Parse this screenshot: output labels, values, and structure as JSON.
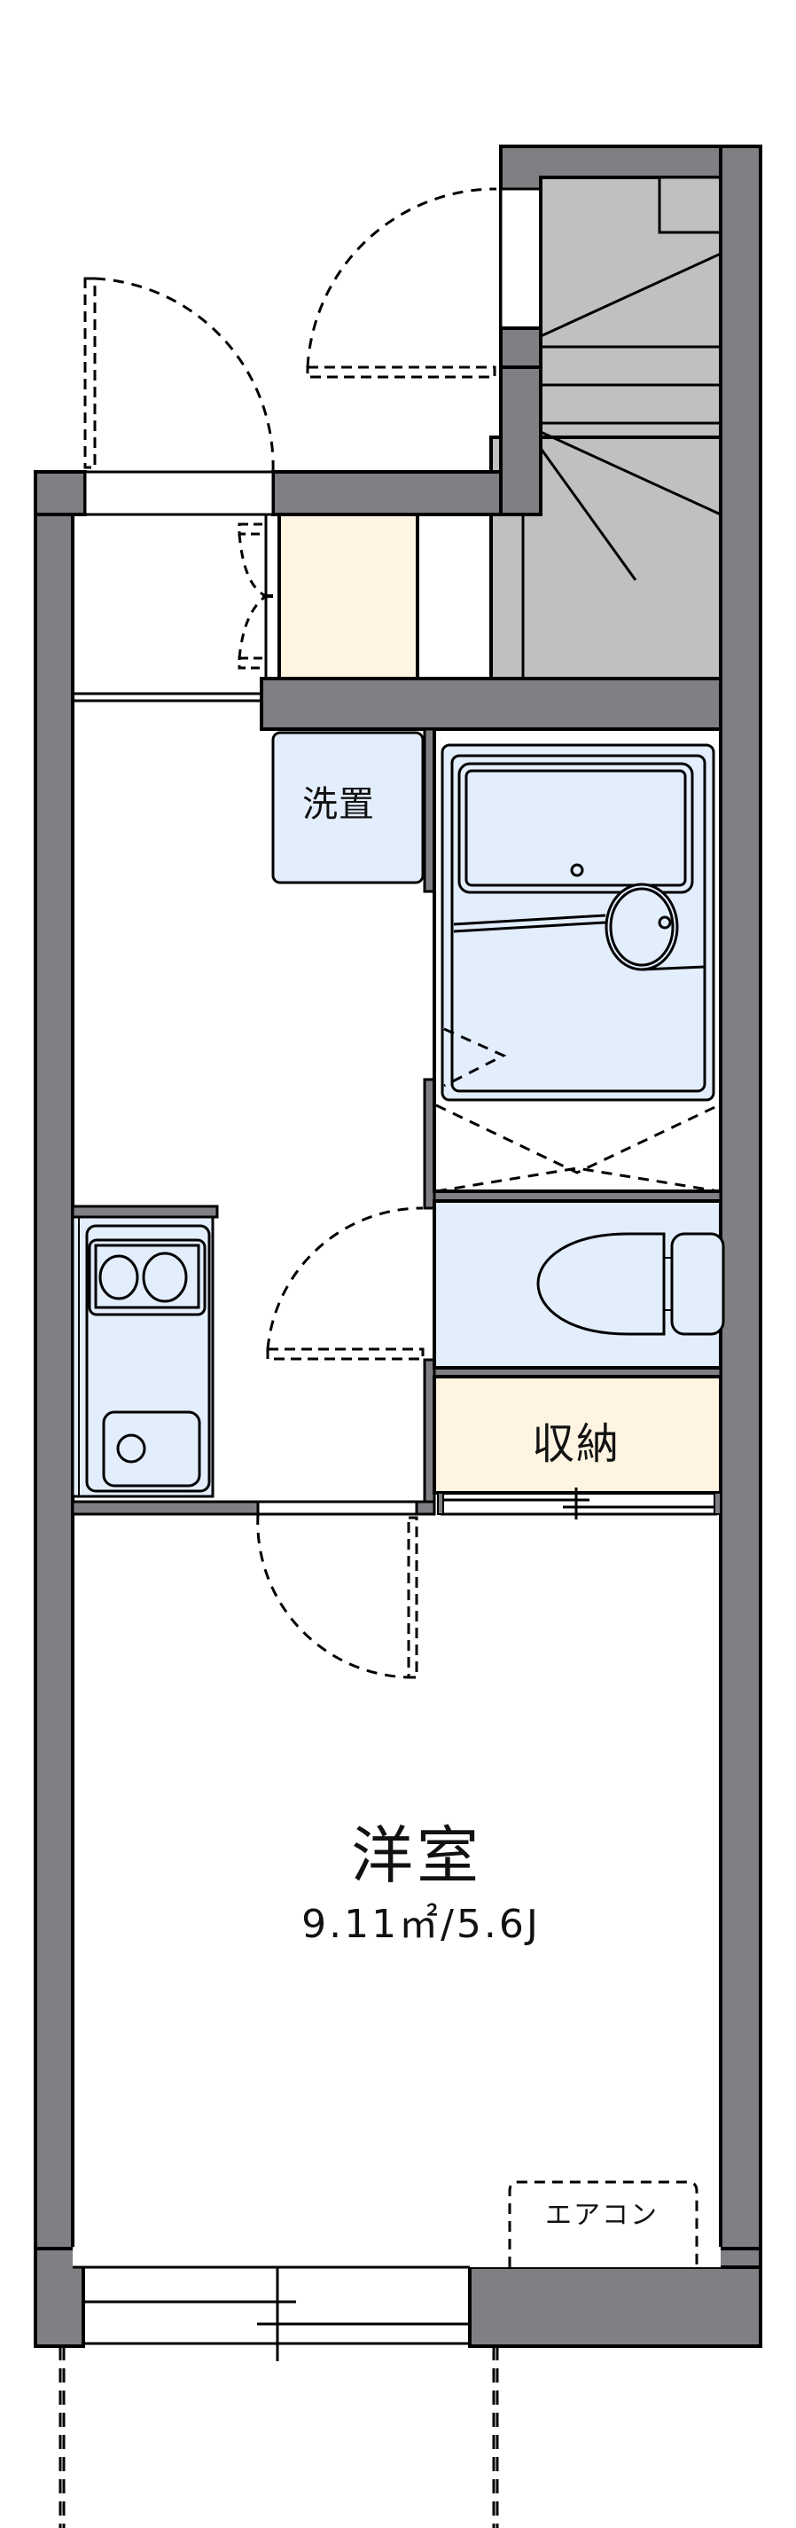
{
  "floor_plan": {
    "rooms": {
      "western_room": {
        "label": "洋室",
        "area": "9.11㎡/5.6J"
      },
      "washer_space": {
        "label": "洗置"
      },
      "storage": {
        "label": "収納"
      },
      "air_conditioner": {
        "label": "エアコン"
      }
    },
    "fixtures": [
      "bathtub",
      "unit-bath-sink",
      "toilet",
      "two-burner-stove",
      "kitchen-sink",
      "staircase",
      "shoe-cabinet"
    ],
    "colors": {
      "wall": "#807f84",
      "stair": "#c0c0c0",
      "wet_area": "#e3eefd",
      "storage": "#fff4e1",
      "line": "#000000"
    }
  }
}
